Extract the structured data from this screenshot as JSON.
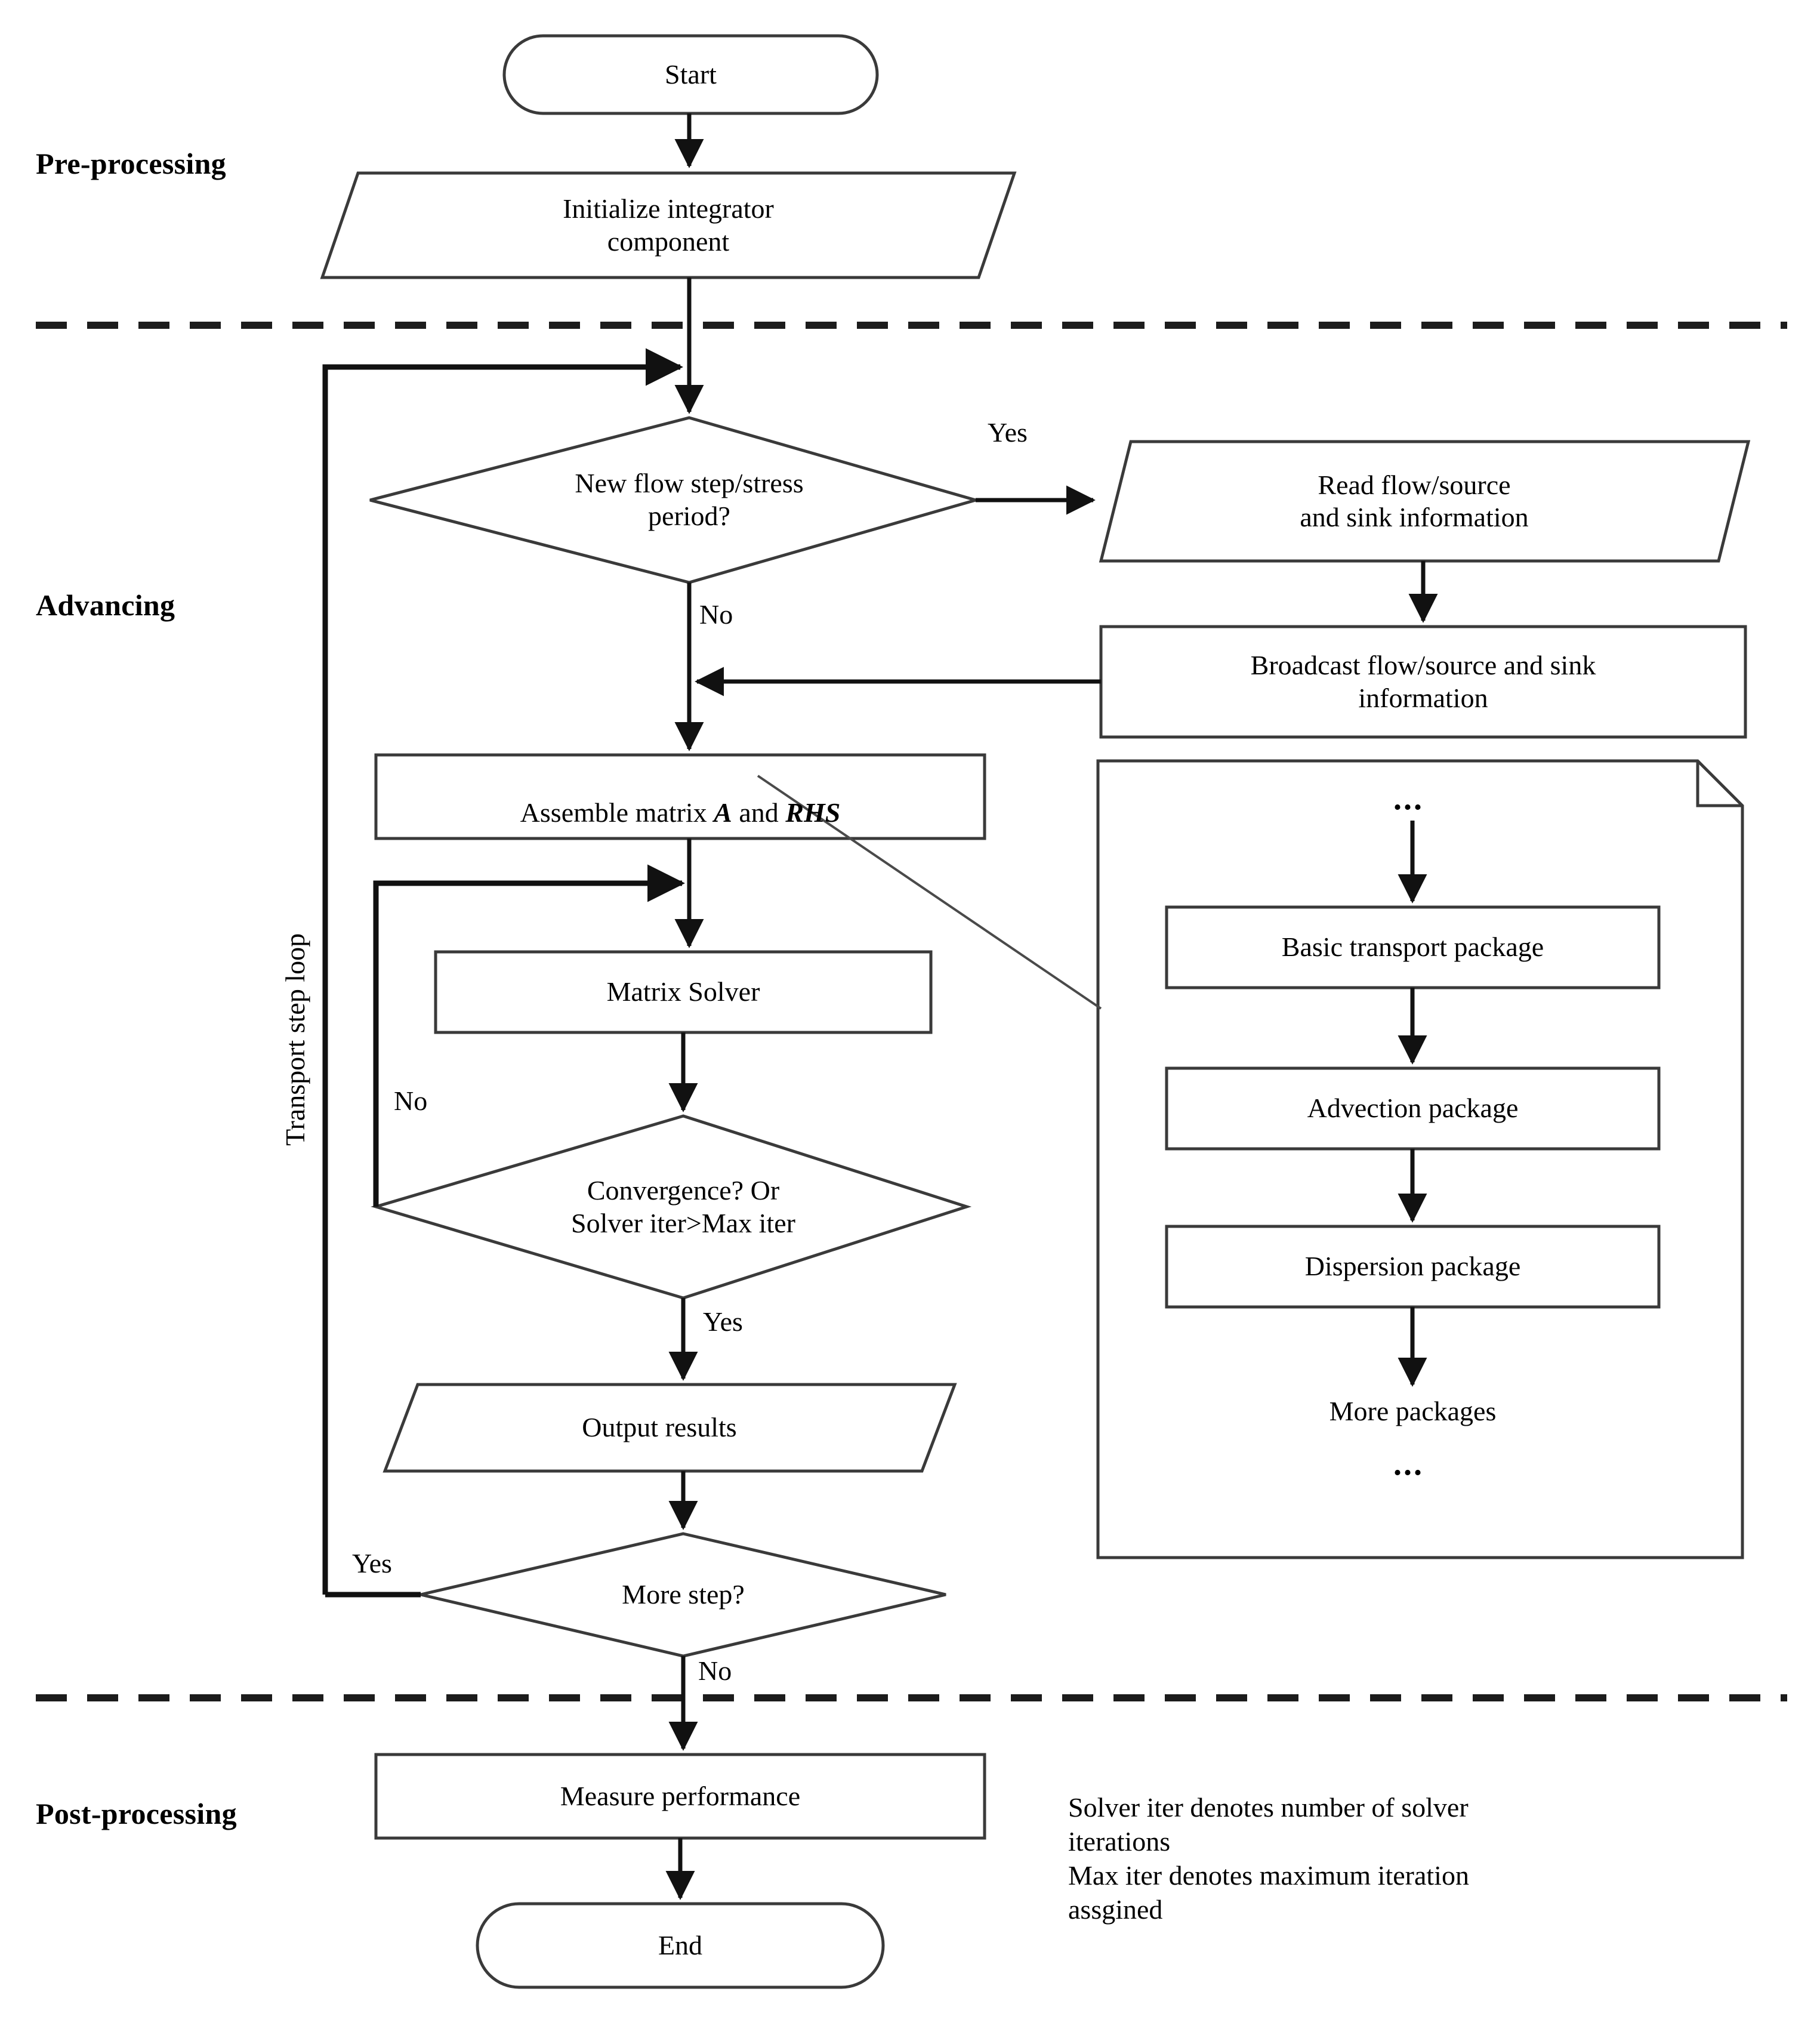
{
  "diagram": {
    "title_present": false,
    "sections": [
      {
        "id": "pre",
        "label": "Pre-processing"
      },
      {
        "id": "adv",
        "label": "Advancing"
      },
      {
        "id": "post",
        "label": "Post-processing"
      }
    ],
    "loop_label": "Transport step loop",
    "nodes": [
      {
        "id": "start",
        "shape": "terminator",
        "text": "Start"
      },
      {
        "id": "init",
        "shape": "parallelogram",
        "text": "Initialize integrator\ncomponent"
      },
      {
        "id": "newflow",
        "shape": "diamond",
        "text": "New flow step/stress\nperiod?"
      },
      {
        "id": "readflow",
        "shape": "parallelogram",
        "text": "Read flow/source\nand sink information"
      },
      {
        "id": "broadcast",
        "shape": "rect",
        "text": "Broadcast flow/source and sink\ninformation"
      },
      {
        "id": "assemble",
        "shape": "rect",
        "text": "Assemble matrix A and RHS",
        "text_pre": "Assemble matrix ",
        "text_em1": "A",
        "text_mid": " and ",
        "text_em2": "RHS"
      },
      {
        "id": "solver",
        "shape": "rect",
        "text": "Matrix Solver"
      },
      {
        "id": "convergence",
        "shape": "diamond",
        "text": "Convergence? Or\nSolver iter>Max iter"
      },
      {
        "id": "output",
        "shape": "parallelogram",
        "text": "Output results"
      },
      {
        "id": "morestep",
        "shape": "diamond",
        "text": "More step?"
      },
      {
        "id": "measure",
        "shape": "rect",
        "text": "Measure performance"
      },
      {
        "id": "end",
        "shape": "terminator",
        "text": "End"
      },
      {
        "id": "basic-pkg",
        "shape": "rect",
        "text": "Basic transport package"
      },
      {
        "id": "advection-pkg",
        "shape": "rect",
        "text": "Advection package"
      },
      {
        "id": "dispersion-pkg",
        "shape": "rect",
        "text": "Dispersion package"
      },
      {
        "id": "more-pkg",
        "shape": "plain",
        "text": "More packages"
      }
    ],
    "ellipsis_top": "...",
    "ellipsis_bottom": "...",
    "edge_labels": [
      {
        "id": "yes-newflow",
        "text": "Yes"
      },
      {
        "id": "no-newflow",
        "text": "No"
      },
      {
        "id": "no-convergence",
        "text": "No"
      },
      {
        "id": "yes-convergence",
        "text": "Yes"
      },
      {
        "id": "yes-morestep",
        "text": "Yes"
      },
      {
        "id": "no-morestep",
        "text": "No"
      }
    ],
    "legend": "Solver iter denotes number of solver\niterations\nMax iter denotes maximum iteration\nassgined",
    "colors": {
      "stroke": "#3a3a3a",
      "stroke_dark": "#1a1a1a",
      "fill": "#ffffff",
      "text": "#000000",
      "background": "#ffffff"
    }
  }
}
